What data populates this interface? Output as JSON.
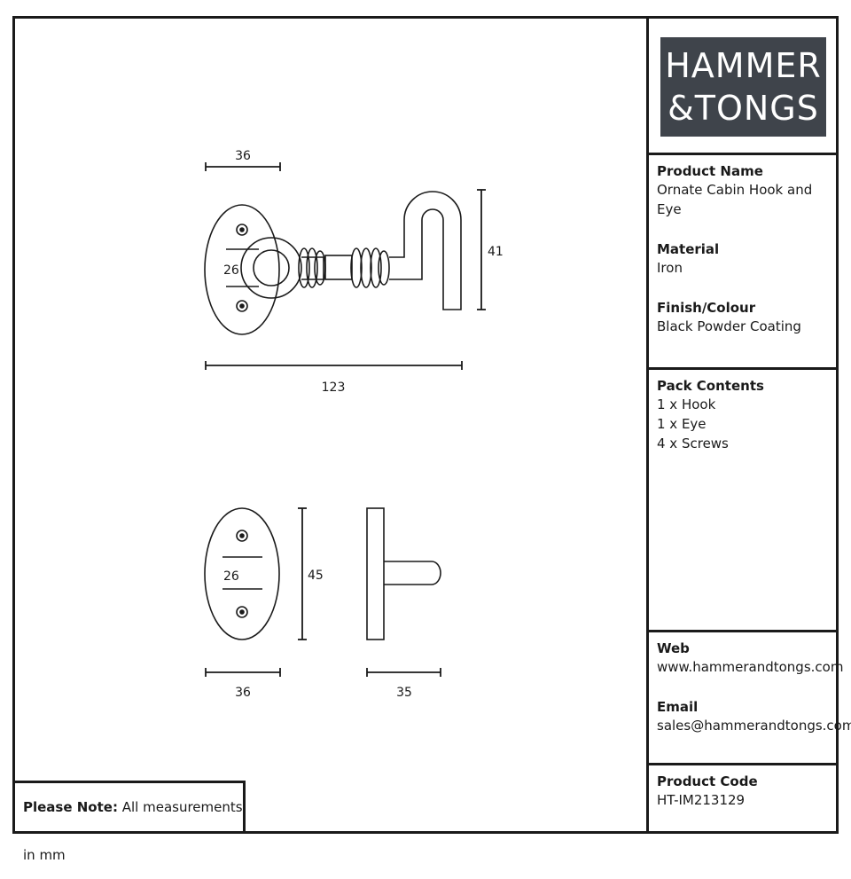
{
  "brand": {
    "line1": "HAMMER",
    "line2": "&TONGS",
    "background": "#3f444b",
    "text_color": "#ffffff"
  },
  "product": {
    "name_label": "Product Name",
    "name_value": "Ornate Cabin Hook and Eye",
    "material_label": "Material",
    "material_value": "Iron",
    "finish_label": "Finish/Colour",
    "finish_value": "Black Powder Coating"
  },
  "pack": {
    "label": "Pack Contents",
    "items": [
      "1 x Hook",
      "1 x Eye",
      "4 x Screws"
    ]
  },
  "contact": {
    "web_label": "Web",
    "web_value": "www.hammerandtongs.com",
    "email_label": "Email",
    "email_value": "sales@hammerandtongs.com"
  },
  "code": {
    "label": "Product Code",
    "value": "HT-IM213129"
  },
  "note": {
    "label": "Please Note:",
    "text": "All measurements in mm"
  },
  "dimensions": {
    "hook_plate_width": "36",
    "hook_height": "41",
    "hook_hole_spacing": "26",
    "hook_length": "123",
    "eye_hole_spacing": "26",
    "eye_height": "45",
    "eye_width": "36",
    "eye_depth": "35"
  }
}
